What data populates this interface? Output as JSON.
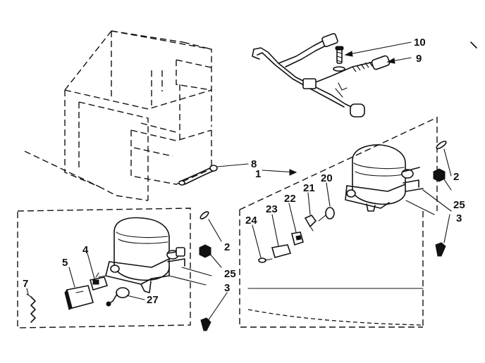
{
  "callouts": {
    "c1": "1",
    "c2a": "2",
    "c2b": "2",
    "c3a": "3",
    "c3b": "3",
    "c4": "4",
    "c5": "5",
    "c7": "7",
    "c8": "8",
    "c9": "9",
    "c10": "10",
    "c20": "20",
    "c21": "21",
    "c22": "22",
    "c23": "23",
    "c24": "24",
    "c25a": "25",
    "c25b": "25",
    "c27": "27"
  }
}
